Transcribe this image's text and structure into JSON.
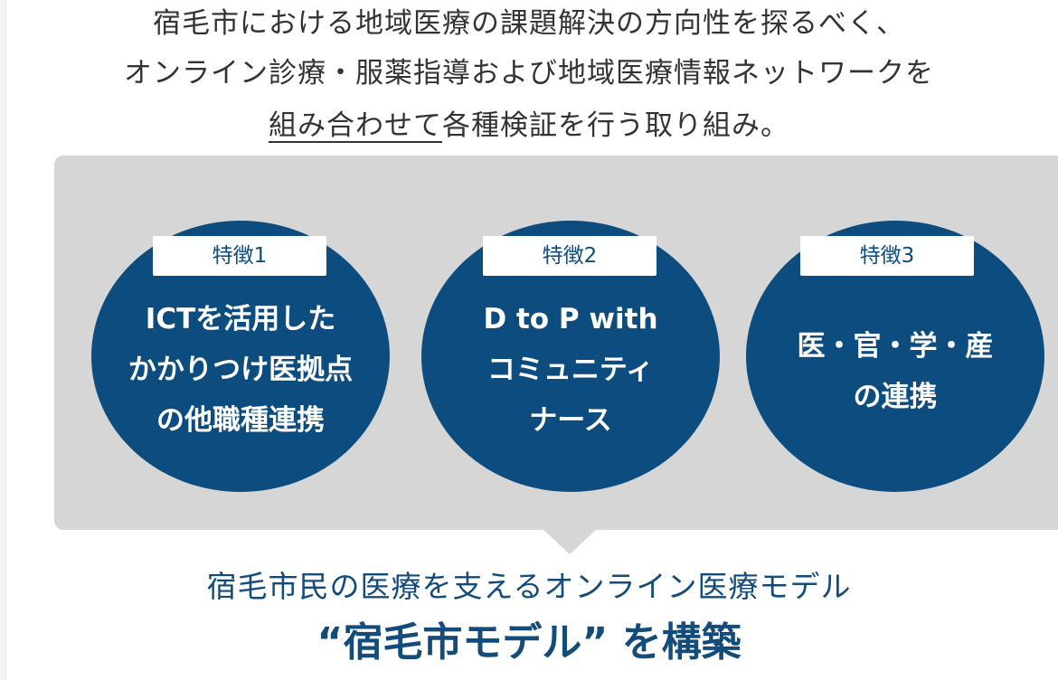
{
  "intro": {
    "line1": "宿毛市における地域医療の課題解決の方向性を探るべく、",
    "line2": "オンライン診療・服薬指導および地域医療情報ネットワークを",
    "line3_underlined": "組み合わせて",
    "line3_rest": "各種検証を行う取り組み。"
  },
  "features": [
    {
      "label": "特徴1",
      "lines": [
        "ICTを活用した",
        "かかりつけ医拠点",
        "の他職種連携"
      ]
    },
    {
      "label": "特徴2",
      "lines": [
        "D to P with",
        "コミュニティ",
        "ナース"
      ]
    },
    {
      "label": "特徴3",
      "lines": [
        "医・官・学・産",
        "の連携"
      ]
    }
  ],
  "tagline": "宿毛市民の医療を支えるオンライン医療モデル",
  "headline": "“宿毛市モデル” を構築",
  "colors": {
    "circle": "#0d4c7e",
    "panel": "#d6d6d6",
    "accent_text": "#134b7a",
    "body_text": "#333333"
  }
}
